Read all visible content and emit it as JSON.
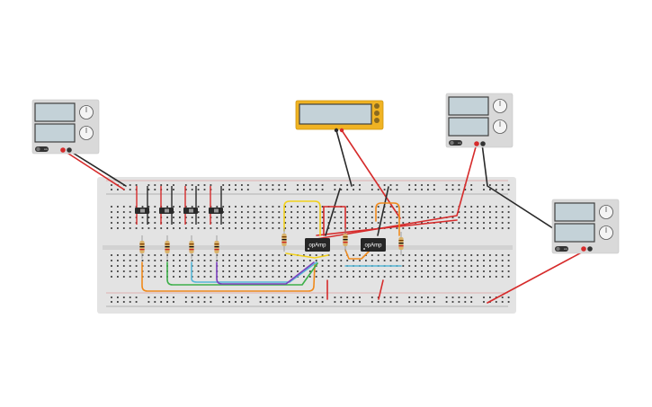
{
  "components": {
    "chips": [
      {
        "id": "u1",
        "label": "opAmp"
      },
      {
        "id": "u2",
        "label": "opAmp"
      }
    ],
    "supplies": [
      {
        "id": "ps1",
        "switch_label": "on"
      },
      {
        "id": "ps2",
        "switch_label": "on"
      },
      {
        "id": "ps3",
        "switch_label": "on"
      }
    ],
    "multimeter": {
      "id": "mm1"
    }
  },
  "colors": {
    "canvas": "#ffffff",
    "breadboard": "#e3e3e3",
    "hole": "#3a3a3a",
    "rail_red": "#d62b2b",
    "rail_black": "#333333",
    "device_body": "#d9d9d9",
    "display": "#c4d2d8",
    "multimeter_body": "#f0b323",
    "chip_body": "#262626",
    "wire_red": "#d62b2b",
    "wire_black": "#2a2a2a",
    "wire_yellow": "#f2d11a",
    "wire_orange": "#f08a1c",
    "wire_green": "#3db04a",
    "wire_blue": "#56b8d8",
    "wire_purple": "#7b3fbf"
  }
}
